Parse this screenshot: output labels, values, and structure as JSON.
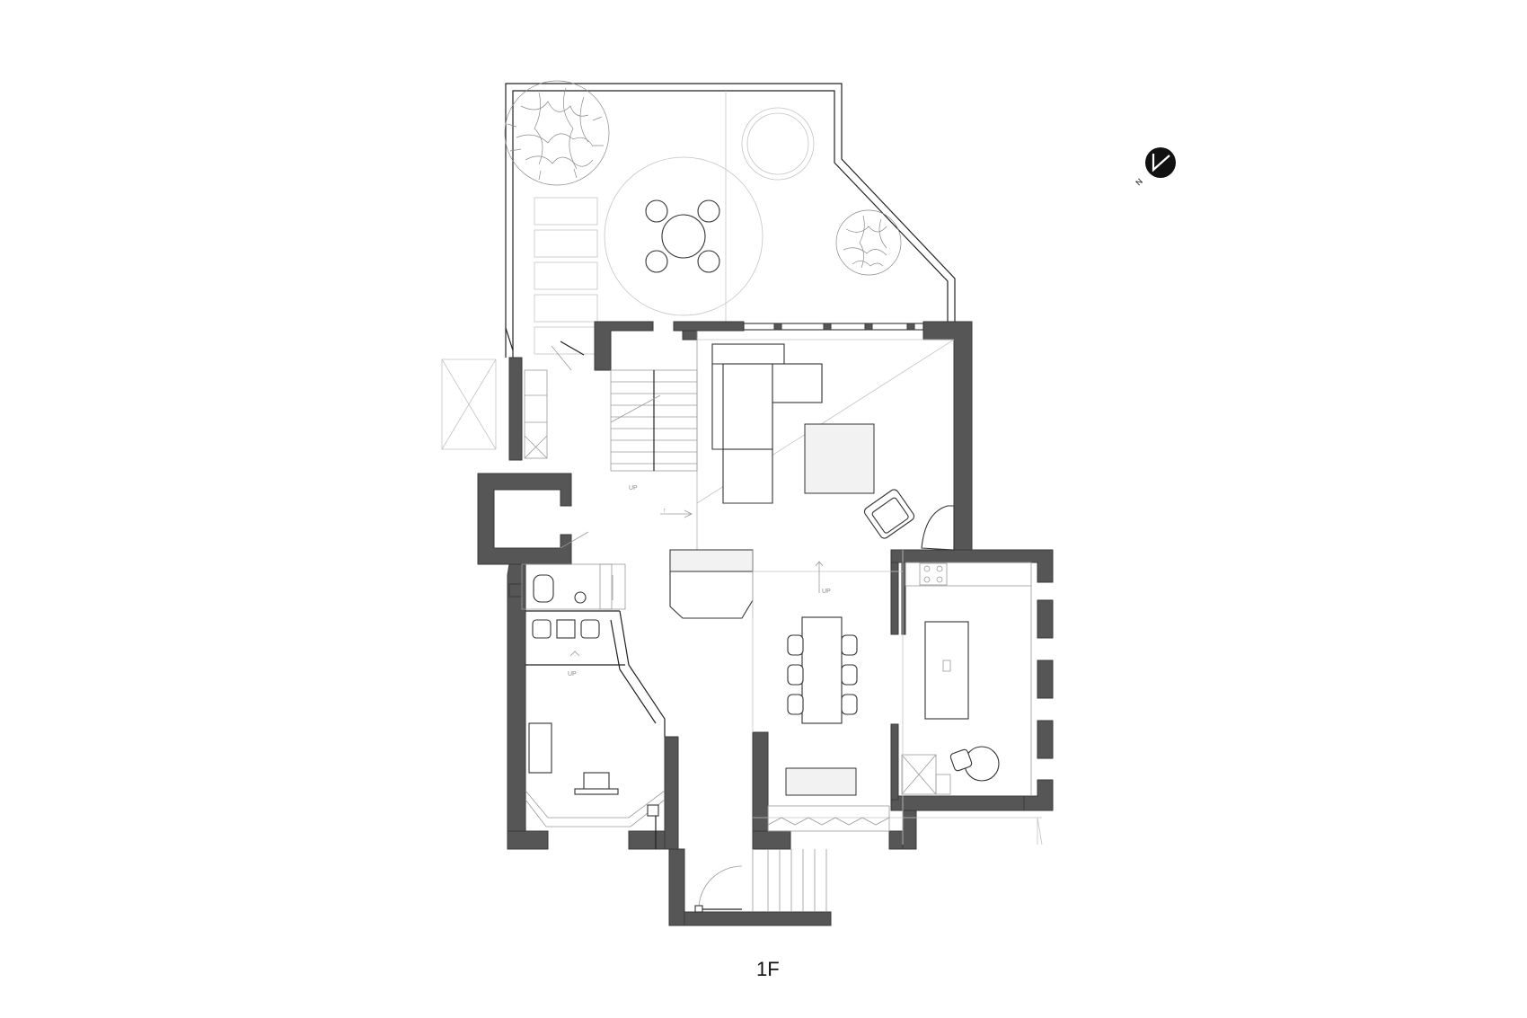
{
  "plan": {
    "floor_label": "1F",
    "compass_label": "N",
    "stair_labels": [
      "UP",
      "UP",
      "UP"
    ]
  },
  "colors": {
    "wall": "#565656",
    "line": "#222222",
    "light_line": "#c4c4c4",
    "background": "#ffffff"
  },
  "icons": [
    "north-arrow-icon",
    "tree-icon",
    "shrub-icon"
  ]
}
